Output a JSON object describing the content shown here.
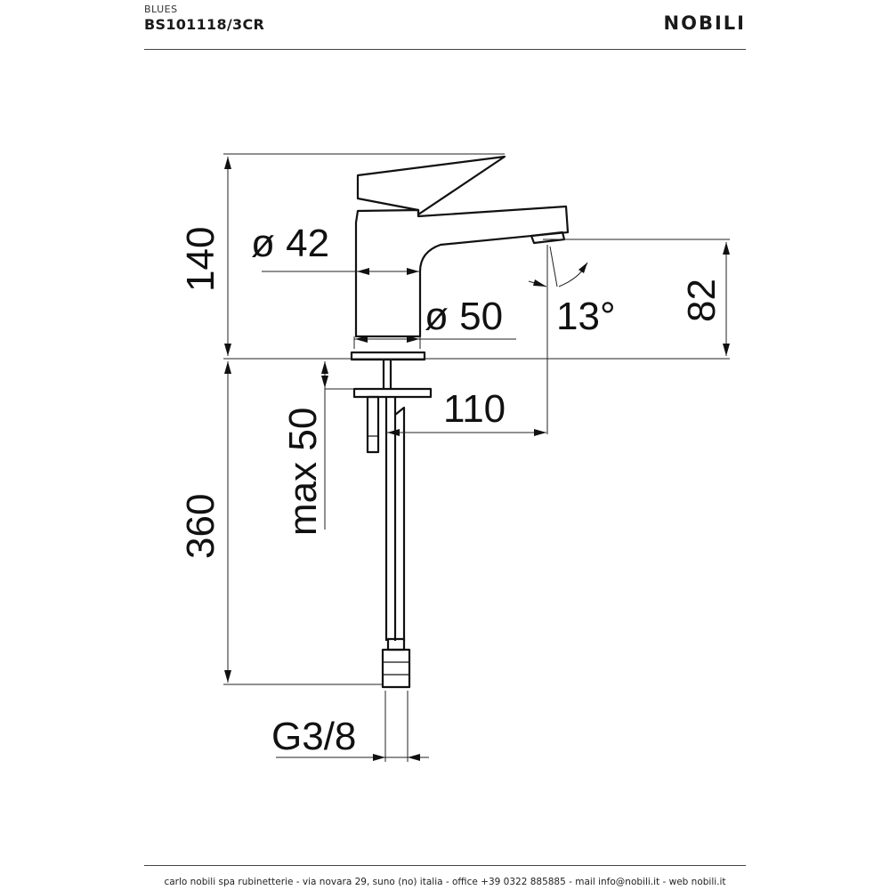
{
  "header": {
    "series": "BLUES",
    "code": "BS101118/3CR",
    "brand": "NOBILI"
  },
  "dimensions": {
    "height_total": "140",
    "body_diameter": "ø 42",
    "base_diameter": "ø 50",
    "spout_angle": "13°",
    "spout_height": "82",
    "spout_reach": "110",
    "deck_thickness": "max 50",
    "hose_length": "360",
    "connection": "G3/8"
  },
  "footer": {
    "text": "carlo nobili spa rubinetterie - via novara 29, suno (no) italia - office +39 0322 885885 - mail info@nobili.it - web nobili.it"
  }
}
